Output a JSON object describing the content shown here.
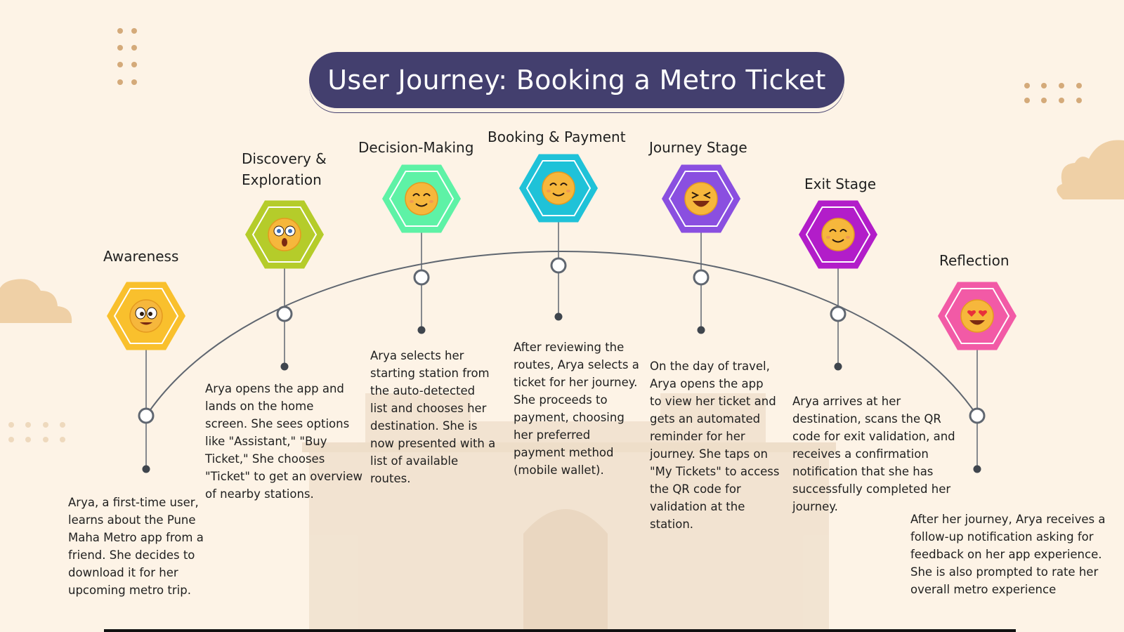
{
  "title": "User Journey: Booking a Metro Ticket",
  "colors": {
    "background": "#fdf3e6",
    "title_pill": "#433f6e",
    "arc": "#5f6670",
    "cloud": "#efd0a6",
    "dots": "#d4aa7a"
  },
  "stages": [
    {
      "name": "Awareness",
      "hex_color": "#f9c02d",
      "emoji": "wide-eyed-face",
      "description": [
        "Arya, a first-time user,",
        "learns about the Pune",
        "Maha Metro app from a",
        "friend. She decides to",
        "download it for her",
        "upcoming metro trip."
      ]
    },
    {
      "name": "Discovery & Exploration",
      "hex_color": "#b5cc2a",
      "emoji": "astonished-face",
      "description": [
        "Arya opens the app and",
        "lands on the home",
        "screen. She sees options",
        "like \"Assistant,\" \"Buy",
        "Ticket,\" She chooses",
        "\"Ticket\" to get an overview",
        "of nearby stations."
      ]
    },
    {
      "name": "Decision-Making",
      "hex_color": "#5ef2a6",
      "emoji": "smiling-face",
      "description": [
        "Arya selects her",
        "starting station from",
        "the auto-detected",
        "list and chooses her",
        "destination. She is",
        "now presented with a",
        "list of available",
        "routes."
      ]
    },
    {
      "name": "Booking & Payment",
      "hex_color": "#1fc2d8",
      "emoji": "content-face",
      "description": [
        "After reviewing the",
        "routes, Arya selects a",
        "ticket for her journey.",
        "She proceeds to",
        "payment, choosing",
        "her preferred",
        "payment method",
        "(mobile wallet)."
      ]
    },
    {
      "name": "Journey Stage",
      "hex_color": "#8a4fe0",
      "emoji": "grinning-squinting-face",
      "description": [
        "On the day of travel,",
        "Arya opens the app",
        "to view her ticket and",
        "gets an automated",
        "reminder for her",
        "journey. She taps on",
        "\"My Tickets\" to access",
        "the QR code for",
        "validation at the",
        "station."
      ]
    },
    {
      "name": "Exit Stage",
      "hex_color": "#b21dc9",
      "emoji": "relieved-face",
      "description": [
        "Arya arrives at her",
        "destination, scans the QR",
        "code for exit validation, and",
        "receives a confirmation",
        "notification that she has",
        "successfully completed her",
        "journey."
      ]
    },
    {
      "name": "Reflection",
      "hex_color": "#f25aa6",
      "emoji": "heart-eyes-face",
      "description": [
        "After her journey, Arya receives a",
        "follow-up notification asking for",
        "feedback on her app experience.",
        "She is also prompted to rate her",
        "overall metro experience"
      ]
    }
  ]
}
